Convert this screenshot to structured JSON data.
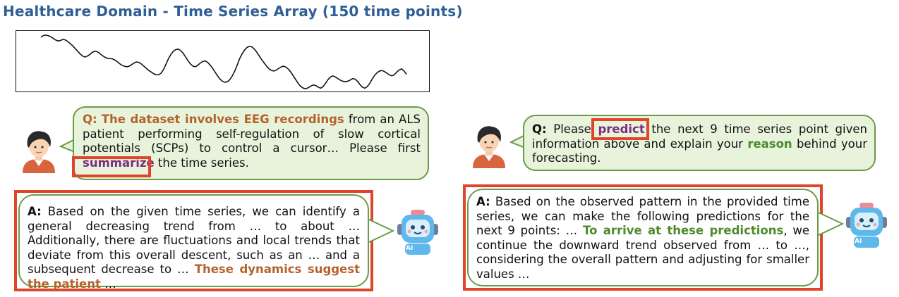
{
  "title": "Healthcare Domain - Time Series Array (150 time points)",
  "timeseries": {
    "values": [
      0.92,
      0.95,
      0.96,
      0.95,
      0.93,
      0.9,
      0.87,
      0.85,
      0.86,
      0.88,
      0.87,
      0.84,
      0.8,
      0.76,
      0.71,
      0.66,
      0.61,
      0.57,
      0.55,
      0.57,
      0.6,
      0.64,
      0.66,
      0.65,
      0.62,
      0.58,
      0.55,
      0.53,
      0.52,
      0.52,
      0.5,
      0.47,
      0.43,
      0.4,
      0.38,
      0.37,
      0.38,
      0.41,
      0.44,
      0.46,
      0.45,
      0.42,
      0.38,
      0.34,
      0.3,
      0.27,
      0.24,
      0.22,
      0.22,
      0.25,
      0.32,
      0.42,
      0.52,
      0.6,
      0.66,
      0.69,
      0.7,
      0.67,
      0.62,
      0.55,
      0.48,
      0.42,
      0.38,
      0.37,
      0.4,
      0.44,
      0.47,
      0.48,
      0.45,
      0.4,
      0.34,
      0.27,
      0.2,
      0.14,
      0.1,
      0.08,
      0.09,
      0.13,
      0.2,
      0.29,
      0.4,
      0.52,
      0.61,
      0.68,
      0.73,
      0.75,
      0.74,
      0.7,
      0.64,
      0.57,
      0.5,
      0.44,
      0.38,
      0.33,
      0.3,
      0.29,
      0.31,
      0.34,
      0.37,
      0.38,
      0.36,
      0.32,
      0.26,
      0.19,
      0.12,
      0.05,
      0.0,
      -0.03,
      -0.04,
      -0.02,
      0.01,
      0.03,
      0.02,
      -0.01,
      -0.03,
      0.0,
      0.06,
      0.13,
      0.18,
      0.2,
      0.18,
      0.15,
      0.12,
      0.1,
      0.09,
      0.1,
      0.12,
      0.15,
      0.14,
      0.1,
      0.04,
      -0.01,
      -0.03,
      0.0,
      0.06,
      0.14,
      0.21,
      0.26,
      0.29,
      0.3,
      0.28,
      0.25,
      0.22,
      0.2,
      0.22,
      0.27,
      0.31,
      0.33,
      0.29,
      0.23
    ]
  },
  "q1": {
    "label": "Q:",
    "hl1": "The dataset involves EEG recordings",
    "t1": " from an ALS patient performing self-regulation of slow cortical potentials (SCPs) to control a cursor… Please first ",
    "hl2": "summarize",
    "t2": " the time series."
  },
  "a1": {
    "label": "A:",
    "t1": " Based on the given time series, we can identify a general decreasing trend from … to about … Additionally, there are fluctuations and local trends that deviate from this overall descent, such as an …  and a subsequent decrease to … ",
    "hl1": "These dynamics suggest the patient",
    "t2": " …"
  },
  "q2": {
    "label": "Q:",
    "t1": " Please ",
    "hl1": "predict",
    "t2": " the next 9 time series point given information above and explain your ",
    "hl2": "reason",
    "t3": " behind your forecasting."
  },
  "a2": {
    "label": "A:",
    "t1": " Based on the observed pattern in the provided time series, we can make the following predictions for the next 9 points: … ",
    "hl1": "To arrive at these predictions",
    "t2": ", we continue the downward trend observed from … to …, considering the overall pattern and adjusting for smaller values …"
  },
  "robot_badge": "AI",
  "colors": {
    "title": "#2f5f95",
    "bubble_fill": "#e8f3dc",
    "bubble_border": "#6b9a49",
    "highlight_frame": "#e0442a",
    "orange": "#b5622c",
    "purple": "#7b2f7c",
    "green": "#4d8a2c"
  }
}
